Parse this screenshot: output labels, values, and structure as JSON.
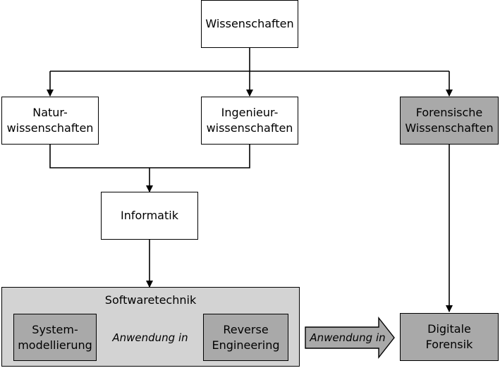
{
  "nodes": {
    "wissenschaften": "Wissenschaften",
    "natur": [
      "Natur-",
      "wissenschaften"
    ],
    "ingenieur": [
      "Ingenieur-",
      "wissenschaften"
    ],
    "forensische": [
      "Forensische",
      "Wissenschaften"
    ],
    "informatik": "Informatik",
    "softwaretechnik": "Softwaretechnik",
    "system": [
      "System-",
      "modellierung"
    ],
    "reverse": [
      "Reverse",
      "Engineering"
    ],
    "digitale": [
      "Digitale",
      "Forensik"
    ]
  },
  "edges": {
    "inner_label": "Anwendung in",
    "outer_label": "Anwendung in"
  },
  "colors": {
    "dark_gray": "#a9a9a9",
    "light_gray": "#d3d3d3",
    "line": "#000000"
  }
}
